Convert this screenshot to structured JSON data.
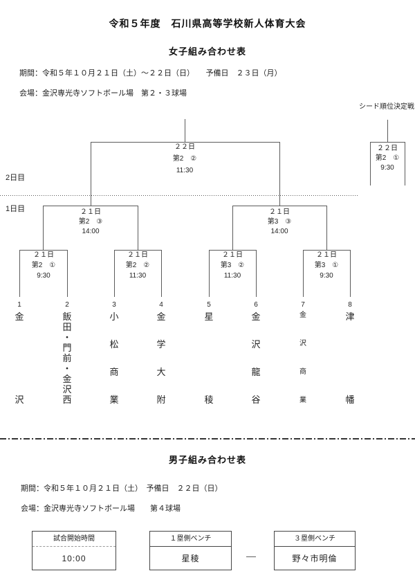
{
  "title": "令和５年度　石川県高等学校新人体育大会",
  "colors": {
    "line": "#5a5a5a",
    "text": "#1f1f1f"
  },
  "women": {
    "subtitle": "女子組み合わせ表",
    "period": "期間：令和５年１０月２１日（土）～２２日（日）　　予備日　２３日（月）",
    "venue": "会場：金沢専光寺ソフトボール場　第２・３球場",
    "seed_label": "シード順位決定戦",
    "day2_label": "2日目",
    "day1_label": "1日目",
    "seed_match": {
      "date": "２２日",
      "field": "第2　①",
      "time": "9:30"
    },
    "final_match": {
      "date": "２２日",
      "field": "第2　②",
      "time": "11:30"
    },
    "semifinals": [
      {
        "date": "２１日",
        "field": "第2　③",
        "time": "14:00"
      },
      {
        "date": "２１日",
        "field": "第3　③",
        "time": "14:00"
      }
    ],
    "first_round": [
      {
        "date": "２１日",
        "field": "第2　①",
        "time": "9:30"
      },
      {
        "date": "２１日",
        "field": "第2　②",
        "time": "11:30"
      },
      {
        "date": "２１日",
        "field": "第3　②",
        "time": "11:30"
      },
      {
        "date": "２１日",
        "field": "第3　①",
        "time": "9:30"
      }
    ],
    "teams": [
      {
        "no": "1",
        "name": "金沢"
      },
      {
        "no": "2",
        "name": "飯田・門前・金沢西"
      },
      {
        "no": "3",
        "name": "小松商業"
      },
      {
        "no": "4",
        "name": "金学大附"
      },
      {
        "no": "5",
        "name": "星稜"
      },
      {
        "no": "6",
        "name": "金沢龍谷"
      },
      {
        "no": "7",
        "name": "金沢商業"
      },
      {
        "no": "8",
        "name": "津幡"
      }
    ]
  },
  "men": {
    "subtitle": "男子組み合わせ表",
    "period": "期間：令和５年１０月２１日（土）　予備日　２２日（日）",
    "venue": "会場：金沢専光寺ソフトボール場　　第４球場",
    "table": {
      "time_header": "試合開始時間",
      "time_value": "10:00",
      "bench1_header": "１塁側ベンチ",
      "bench1_value": "星稜",
      "vs_dash": "―",
      "bench3_header": "３塁側ベンチ",
      "bench3_value": "野々市明倫"
    }
  }
}
